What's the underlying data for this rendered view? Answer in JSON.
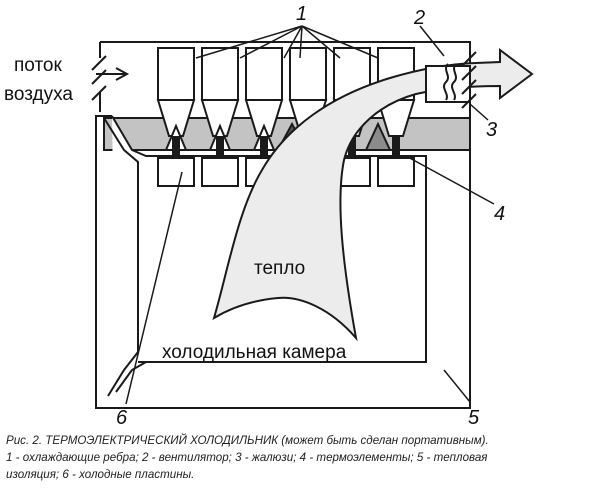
{
  "labels": {
    "air_flow_line1": "поток",
    "air_flow_line2": "воздуха",
    "heat": "тепло",
    "chamber": "холодильная камера"
  },
  "callouts": {
    "c1": "1",
    "c2": "2",
    "c3": "3",
    "c4": "4",
    "c5": "5",
    "c6": "6"
  },
  "caption": {
    "line1": "Рис. 2. ТЕРМОЭЛЕКТРИЧЕСКИЙ ХОЛОДИЛЬНИК (может быть сделан портативным).",
    "line2": "1 - охлаждающие ребра; 2 - вентилятор; 3 - жалюзи; 4 - термоэлементы; 5 - тепловая",
    "line3": "изоляция; 6 - холодные пластины."
  },
  "colors": {
    "insulation_band": "#c3c3c3",
    "element_dark": "#555555",
    "element_mid": "#8c8c8c",
    "heat_arrow": "#ececec",
    "stroke": "#1a1a1a"
  }
}
